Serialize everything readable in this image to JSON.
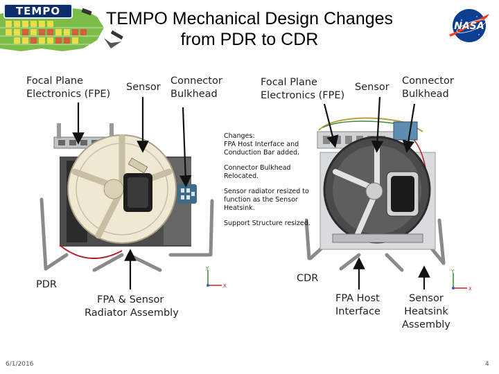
{
  "header": {
    "logo_text": "TEMPO",
    "title_line1": "TEMPO Mechanical Design Changes",
    "title_line2": "from PDR to CDR",
    "agency_logo": "NASA"
  },
  "left": {
    "fpe_line1": "Focal Plane",
    "fpe_line2": "Electronics (FPE)",
    "sensor": "Sensor",
    "connector_line1": "Connector",
    "connector_line2": "Bulkhead",
    "tag": "PDR",
    "fpa_line1": "FPA & Sensor",
    "fpa_line2": "Radiator Assembly"
  },
  "right": {
    "fpe_line1": "Focal Plane",
    "fpe_line2": "Electronics (FPE)",
    "sensor": "Sensor",
    "connector_line1": "Connector",
    "connector_line2": "Bulkhead",
    "tag": "CDR",
    "host_line1": "FPA Host",
    "host_line2": "Interface",
    "heatsink_line1": "Sensor",
    "heatsink_line2": "Heatsink",
    "heatsink_line3": "Assembly"
  },
  "changes": {
    "heading": "Changes:",
    "item1": "FPA Host Interface and Conduction Bar added.",
    "item2": "Connector Bulkhead Relocated.",
    "item3": "Sensor radiator resized to function as the Sensor Heatsink.",
    "item4": "Support Structure resized."
  },
  "axes": {
    "y": "Y",
    "x": "X"
  },
  "footer": {
    "date": "6/1/2016",
    "page": "4"
  },
  "colors": {
    "logo_bg": "#0b2d6b",
    "nasa_blue": "#0b3d91",
    "nasa_red": "#fc3d21",
    "map_green": "#6fb43f",
    "map_yellow": "#f5e04a"
  }
}
